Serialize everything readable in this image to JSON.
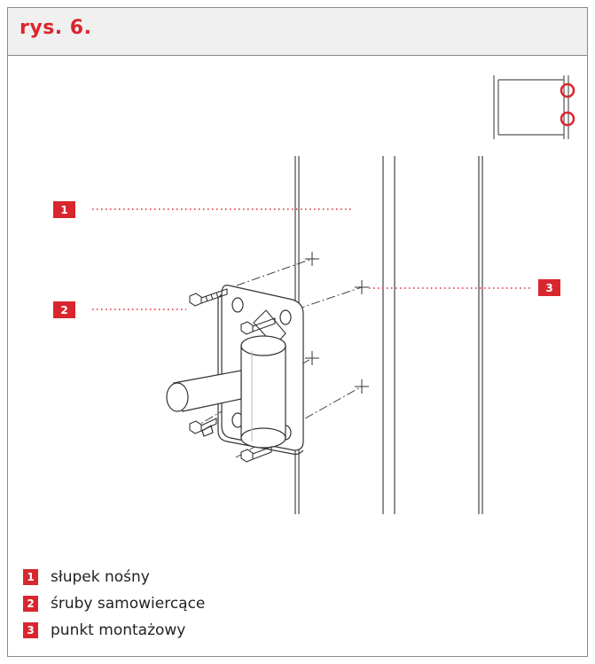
{
  "title": "rys. 6.",
  "accent_color": "#d9262e",
  "legend": [
    {
      "num": "1",
      "label": "słupek nośny"
    },
    {
      "num": "2",
      "label": "śruby samowiercące"
    },
    {
      "num": "3",
      "label": "punkt montażowy"
    }
  ]
}
